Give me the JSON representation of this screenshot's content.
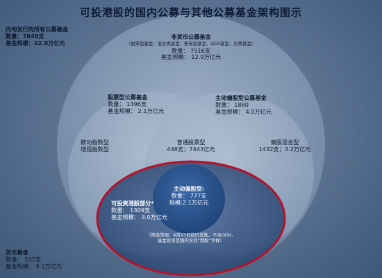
{
  "title": "可投港股的国内公募与其他公募基金架构图示",
  "all_funds": {
    "title": "内地发行的所有公募基金",
    "count_label": "数量：",
    "count": "7848支",
    "size_label": "基金规模：",
    "size": "22.0万亿元"
  },
  "non_money": {
    "title": "非货币公募基金",
    "subtitle": "（股票型基金、混合类基金、债券型基金、QDII基金、另类基金）",
    "count": "数量： 7516支",
    "size": "基金规模： 12.9万亿元"
  },
  "equity": {
    "title": "股票型公募基金",
    "count": "数量： 1396支",
    "size": "基金规模： 2.1万亿元"
  },
  "active_equity": {
    "title": "主动偏股型公募基金",
    "count": "数量： 1880",
    "size": "基金规模： 4.0万亿元"
  },
  "index": {
    "line1": "被动指数型",
    "line2": "增强指数型"
  },
  "ordinary": {
    "title": "普通股票型",
    "value": "448支；7443亿元"
  },
  "mixed": {
    "title": "偏股混合型",
    "value": "1432支；3.2万亿元"
  },
  "active_core": {
    "title": "主动偏股型:",
    "count": "数量： 777支",
    "size": "规模:2.1万亿元"
  },
  "hk": {
    "title": "可投资港股部分*",
    "count": "数量： 1309支",
    "size": "基金规模： 3.0万亿元"
  },
  "note": {
    "line1": "（筛选范围：4月23日前已发售，不含QDII，",
    "line2": "基金投资范围内含有“港股”字样）"
  },
  "money": {
    "title": "货币基金",
    "count": "数量： 332支",
    "size": "基金规模： 9.1万亿元"
  },
  "colors": {
    "background": "#5e7594",
    "outer_circle": "#8ea2bc",
    "inner_circle": "#a6b7cb",
    "core_circle": "#2f578f",
    "red_ellipse": "#b6122a"
  }
}
